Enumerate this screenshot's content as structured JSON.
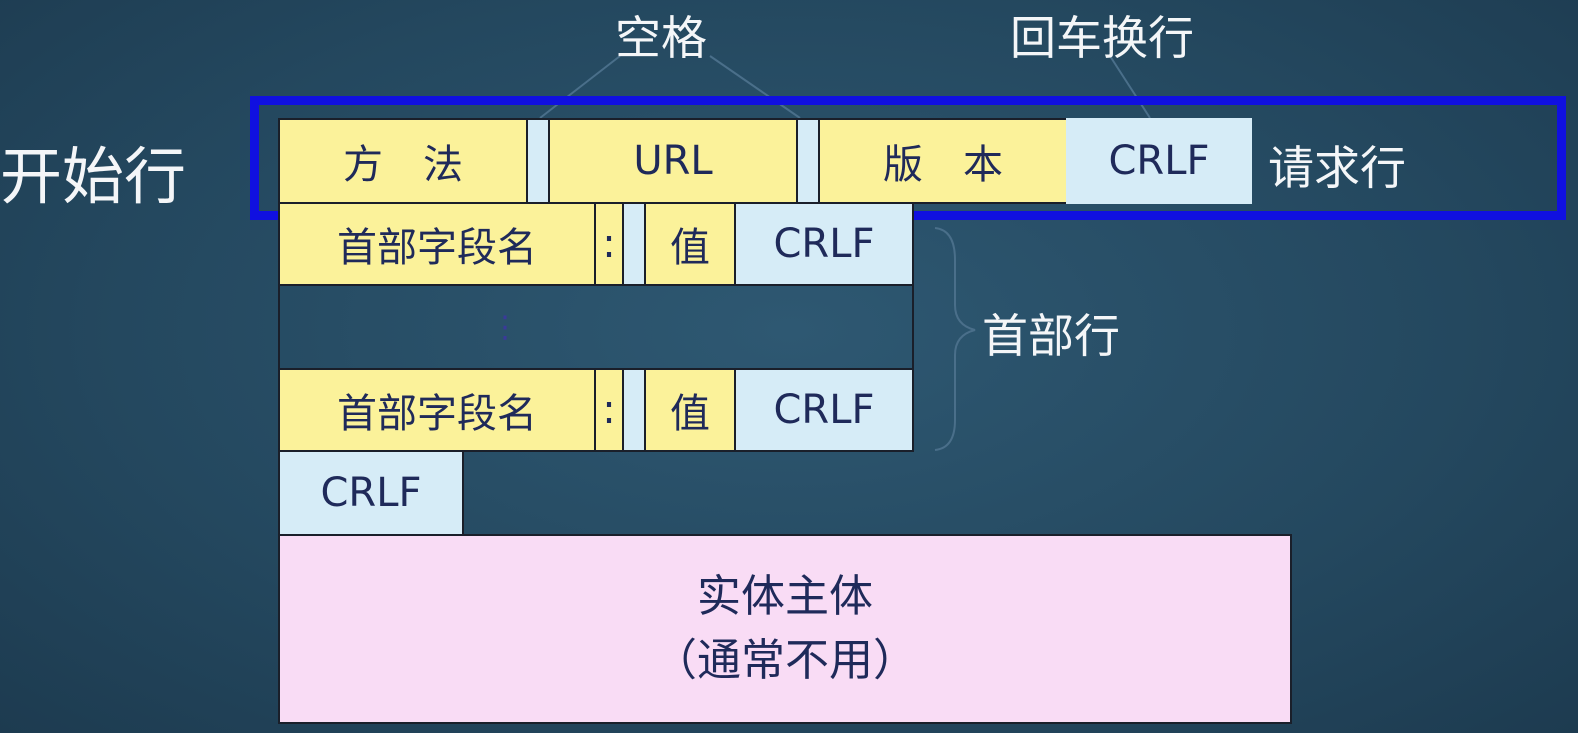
{
  "annotations": {
    "space_label": "空格",
    "crlf_label": "回车换行",
    "start_line_label": "开始行",
    "request_line_label": "请求行",
    "header_lines_label": "首部行"
  },
  "request_line": {
    "method": "方　法",
    "url": "URL",
    "version": "版　本",
    "crlf": "CRLF"
  },
  "header_rows": [
    {
      "field_name": "首部字段名",
      "colon": ":",
      "value": "值",
      "crlf": "CRLF"
    },
    {
      "ellipsis": "⋮"
    },
    {
      "field_name": "首部字段名",
      "colon": ":",
      "value": "值",
      "crlf": "CRLF"
    }
  ],
  "blank_line": {
    "crlf": "CRLF"
  },
  "body": {
    "line1": "实体主体",
    "line2": "（通常不用）"
  },
  "colors": {
    "highlight_border": "#1010e0",
    "field_yellow": "#fbf29a",
    "crlf_blue": "#d6ecf7",
    "body_pink": "#f9dcf5"
  }
}
